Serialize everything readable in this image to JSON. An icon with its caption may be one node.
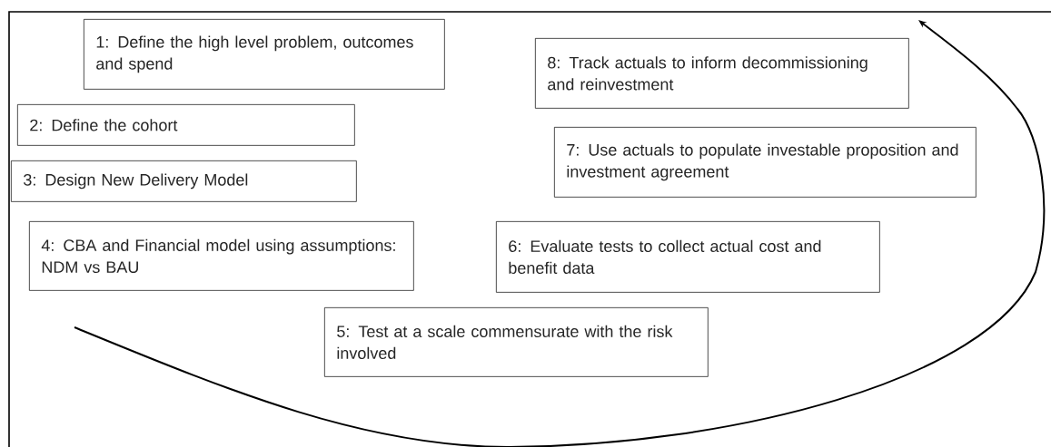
{
  "diagram": {
    "nodes": [
      {
        "text": [
          "1: Define the high level problem, outcomes and spend"
        ]
      },
      {
        "text": [
          "2: Define the cohort"
        ]
      },
      {
        "text": [
          "3: Design New Delivery Model"
        ]
      },
      {
        "text": [
          "4: CBA and Financial model using assumptions: NDM vs BAU"
        ]
      },
      {
        "text": [
          "5: Test at a scale commensurate with the risk involved"
        ]
      },
      {
        "text": [
          "6: Evaluate tests to collect actual cost and benefit data"
        ]
      },
      {
        "text": [
          "7: Use actuals to populate investable proposition and investment agreement"
        ]
      },
      {
        "text": [
          "8: Track actuals to inform decommissioning and reinvestment"
        ]
      }
    ]
  }
}
